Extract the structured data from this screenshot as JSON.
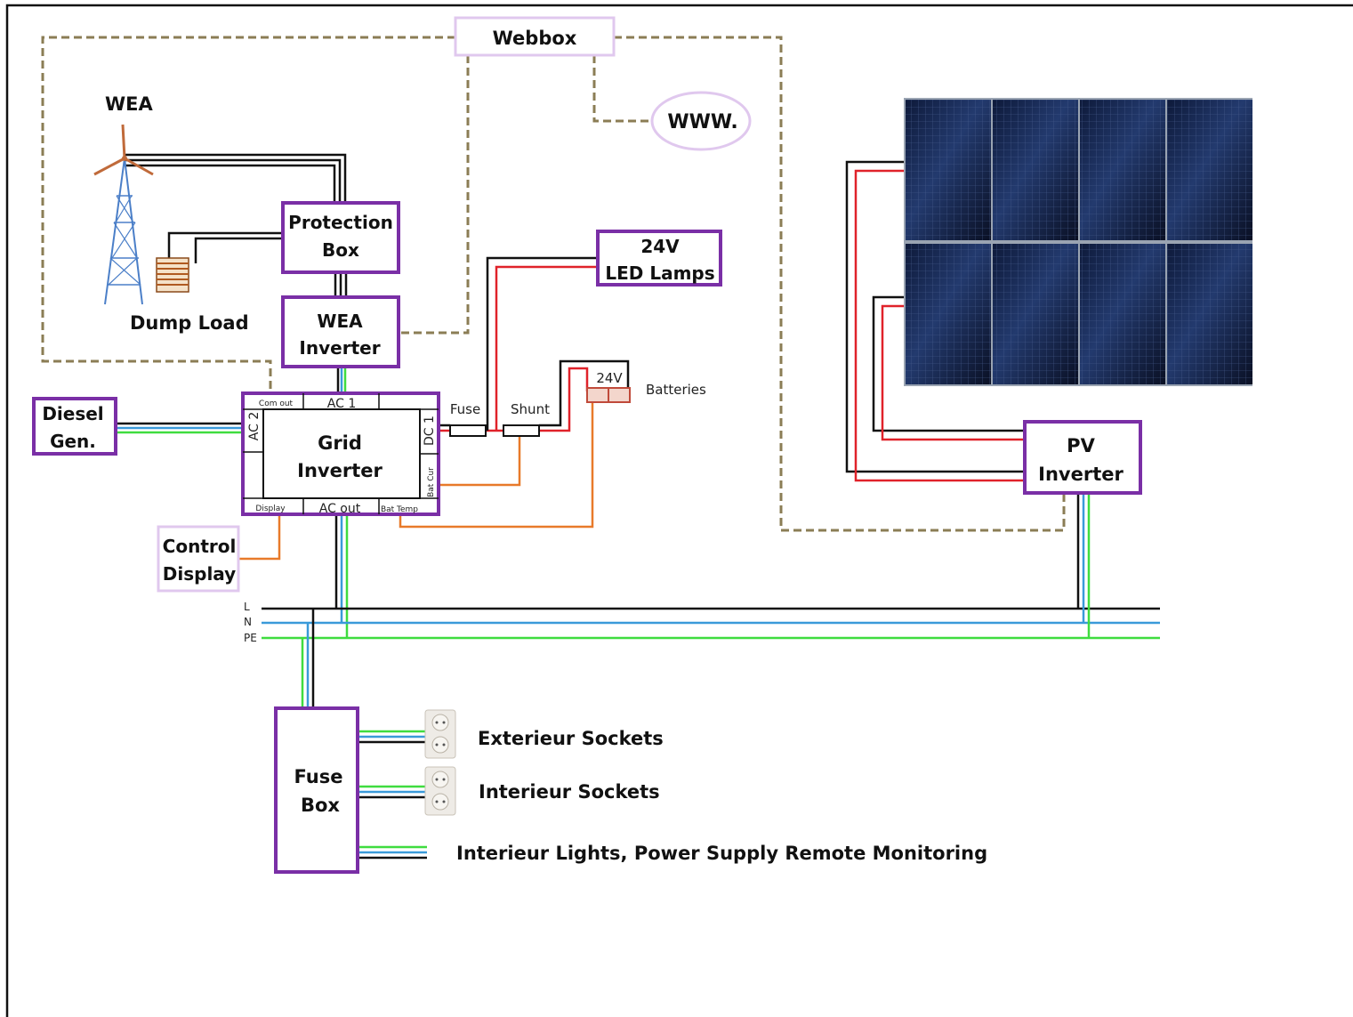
{
  "labels": {
    "webbox": "Webbox",
    "www": "WWW.",
    "wea": "WEA",
    "protection_box_line1": "Protection",
    "protection_box_line2": "Box",
    "dump_load": "Dump Load",
    "wea_inverter_line1": "WEA",
    "wea_inverter_line2": "Inverter",
    "diesel_line1": "Diesel",
    "diesel_line2": "Gen.",
    "grid_inverter_line1": "Grid",
    "grid_inverter_line2": "Inverter",
    "com_out": "Com out",
    "ac1": "AC 1",
    "ac2": "AC 2",
    "dc1": "DC 1",
    "bat_cur": "Bat Cur",
    "display": "Display",
    "ac_out": "AC out",
    "bat_temp": "Bat Temp",
    "fuse": "Fuse",
    "shunt": "Shunt",
    "batteries_voltage": "24V",
    "batteries": "Batteries",
    "led_line1": "24V",
    "led_line2": "LED Lamps",
    "control_line1": "Control",
    "control_line2": "Display",
    "pv_line1": "PV",
    "pv_line2": "Inverter",
    "bus_l": "L",
    "bus_n": "N",
    "bus_pe": "PE",
    "fuse_box_line1": "Fuse",
    "fuse_box_line2": "Box",
    "exterior_sockets": "Exterieur Sockets",
    "interior_sockets": "Interieur Sockets",
    "interior_lights": "Interieur Lights, Power Supply Remote Monitoring"
  },
  "colors": {
    "component_border": "#7a2fa6",
    "data_link": "#8b7d55",
    "dc_positive": "#e0222a",
    "neutral": "#3a9ad9",
    "protective_earth": "#3fdc3f",
    "signal": "#e87a2a"
  },
  "icons": [
    "wind-turbine-icon",
    "dump-load-coil-icon",
    "battery-icon",
    "solar-panel-icon",
    "power-socket-icon"
  ]
}
